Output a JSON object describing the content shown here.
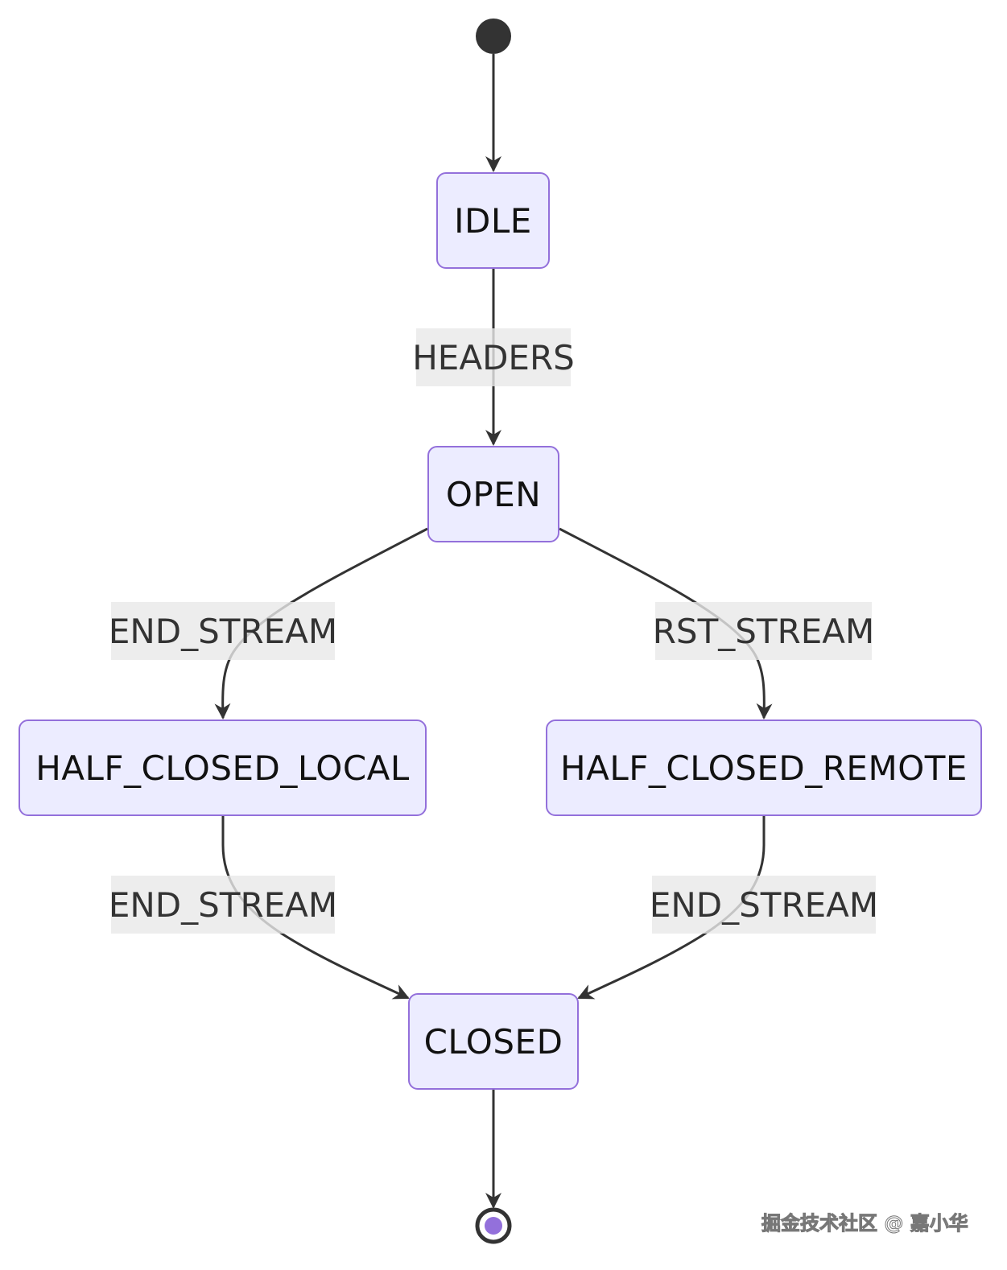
{
  "diagram": {
    "type": "state-diagram",
    "colors": {
      "state_fill": "#ececff",
      "state_border": "#9370db",
      "edge": "#333333",
      "label_bg": "#e8e8e8",
      "start_node": "#333333",
      "end_node_inner": "#9370db"
    },
    "states": {
      "idle": "IDLE",
      "open": "OPEN",
      "half_closed_local": "HALF_CLOSED_LOCAL",
      "half_closed_remote": "HALF_CLOSED_REMOTE",
      "closed": "CLOSED"
    },
    "transitions": {
      "idle_to_open": "HEADERS",
      "open_to_half_closed_local": "END_STREAM",
      "open_to_half_closed_remote": "RST_STREAM",
      "half_closed_local_to_closed": "END_STREAM",
      "half_closed_remote_to_closed": "END_STREAM"
    }
  },
  "watermark": "掘金技术社区 @ 嘉小华"
}
